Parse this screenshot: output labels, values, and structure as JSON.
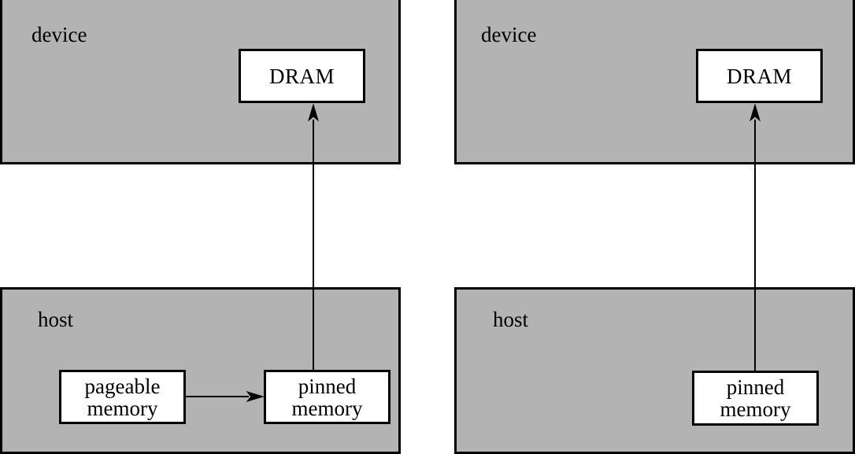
{
  "colors": {
    "region_fill": "#b3b3b3",
    "box_fill": "#ffffff",
    "stroke": "#000000"
  },
  "left": {
    "device": {
      "label": "device",
      "dram_label": "DRAM"
    },
    "host": {
      "label": "host",
      "pageable": {
        "line1": "pageable",
        "line2": "memory"
      },
      "pinned": {
        "line1": "pinned",
        "line2": "memory"
      }
    }
  },
  "right": {
    "device": {
      "label": "device",
      "dram_label": "DRAM"
    },
    "host": {
      "label": "host",
      "pinned": {
        "line1": "pinned",
        "line2": "memory"
      }
    }
  }
}
